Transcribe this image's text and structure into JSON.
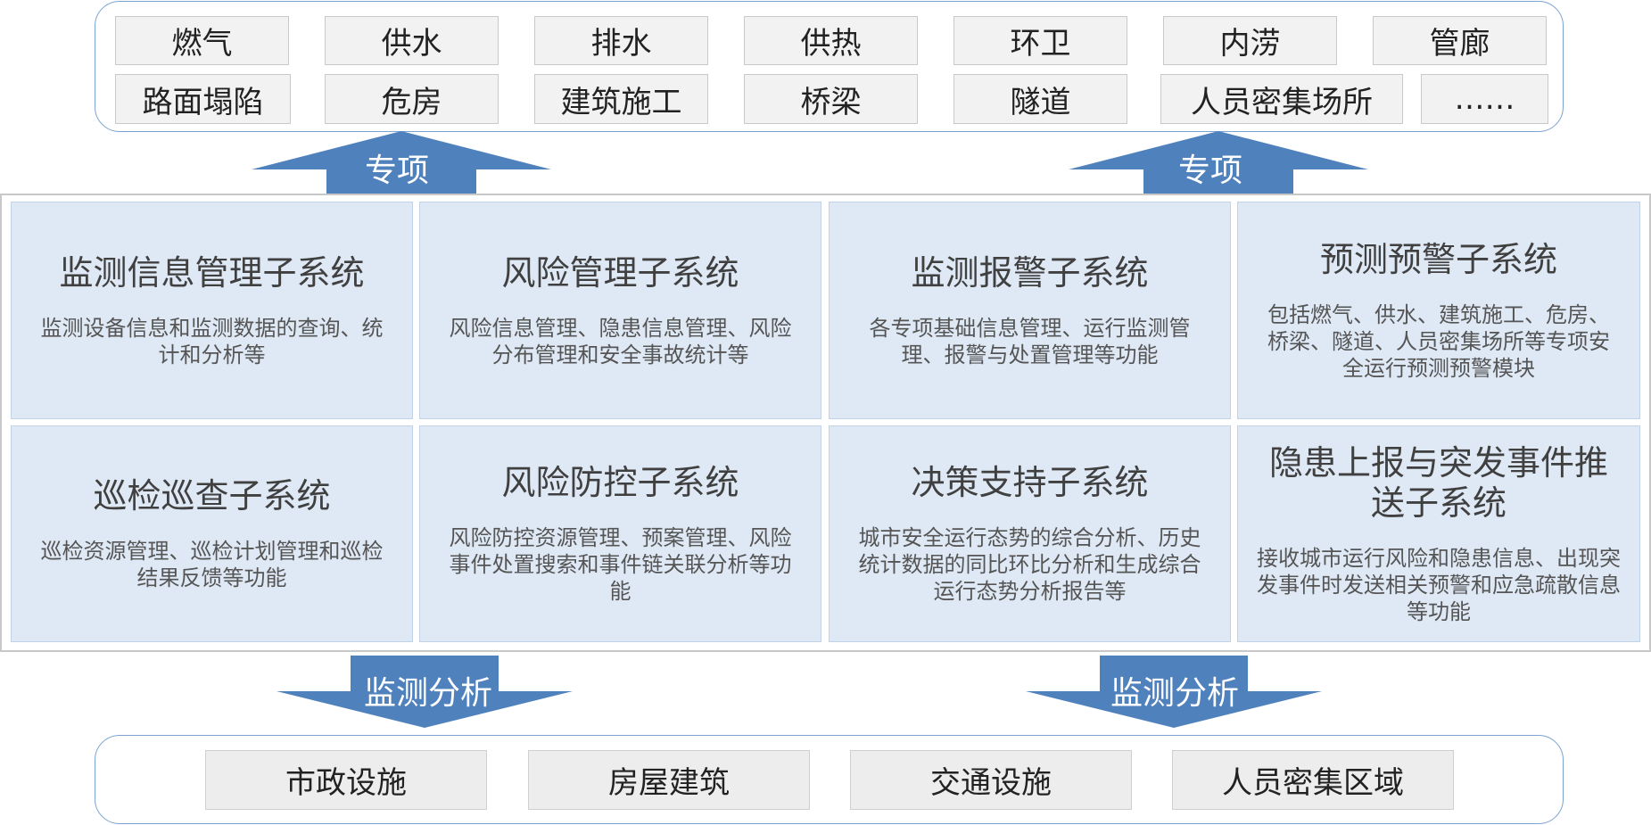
{
  "special_items": [
    "燃气",
    "供水",
    "排水",
    "供热",
    "环卫",
    "内涝",
    "管廊",
    "路面塌陷",
    "危房",
    "建筑施工",
    "桥梁",
    "隧道",
    "人员密集场所",
    "……"
  ],
  "arrow_up_label": "专项",
  "arrow_down_label": "监测分析",
  "subsystems": [
    {
      "title": "监测信息管理子系统",
      "desc": "监测设备信息和监测数据的查询、统计和分析等"
    },
    {
      "title": "风险管理子系统",
      "desc": "风险信息管理、隐患信息管理、风险分布管理和安全事故统计等"
    },
    {
      "title": "监测报警子系统",
      "desc": "各专项基础信息管理、运行监测管理、报警与处置管理等功能"
    },
    {
      "title": "预测预警子系统",
      "desc": "包括燃气、供水、建筑施工、危房、桥梁、隧道、人员密集场所等专项安全运行预测预警模块"
    },
    {
      "title": "巡检巡查子系统",
      "desc": "巡检资源管理、巡检计划管理和巡检结果反馈等功能"
    },
    {
      "title": "风险防控子系统",
      "desc": "风险防控资源管理、预案管理、风险事件处置搜索和事件链关联分析等功能"
    },
    {
      "title": "决策支持子系统",
      "desc": "城市安全运行态势的综合分析、历史统计数据的同比环比分析和生成综合运行态势分析报告等"
    },
    {
      "title": "隐患上报与突发事件推送子系统",
      "desc": "接收城市运行风险和隐患信息、出现突发事件时发送相关预警和应急疏散信息等功能"
    }
  ],
  "base_items": [
    "市政设施",
    "房屋建筑",
    "交通设施",
    "人员密集区域"
  ],
  "colors": {
    "arrow": "#4f81bd",
    "cell": "#dfe9f5",
    "group_border": "#7aa3d2"
  }
}
